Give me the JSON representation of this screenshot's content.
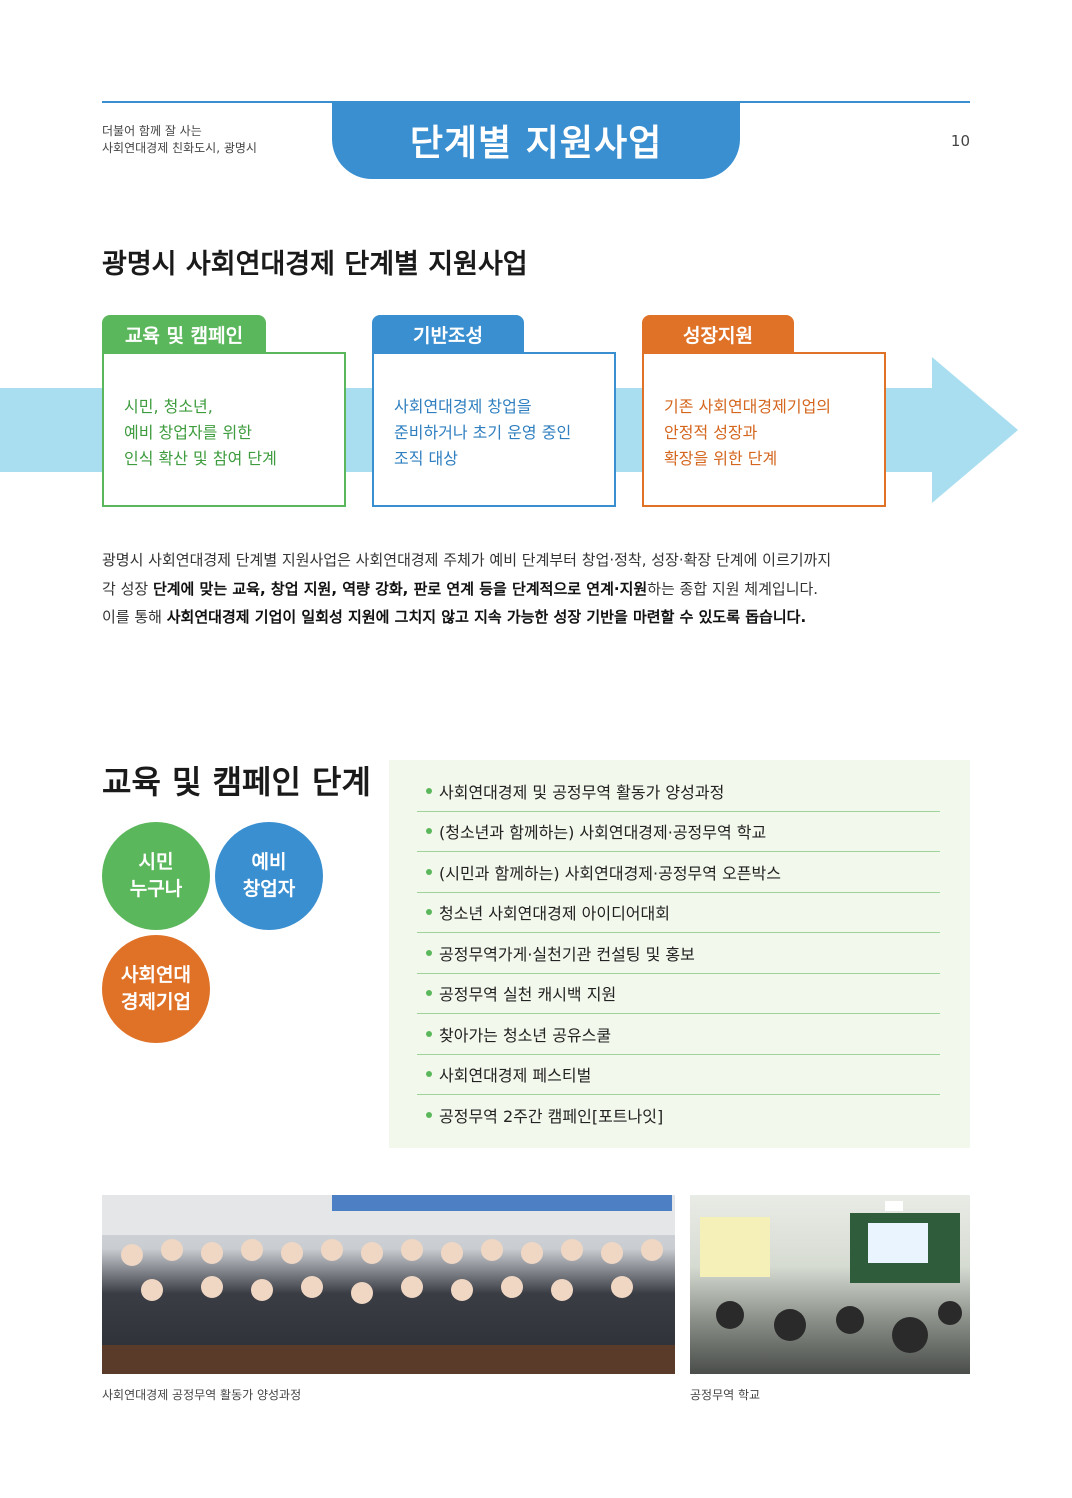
{
  "header": {
    "subtitle_line1": "더불어 함께 잘 사는",
    "subtitle_line2": "사회연대경제 친화도시, 광명시",
    "tab_title": "단계별 지원사업",
    "page_number": "10"
  },
  "section1": {
    "title": "광명시 사회연대경제 단계별 지원사업",
    "stages": [
      {
        "label": "교육 및 캠페인",
        "lines": [
          "시민, 청소년,",
          "예비 창업자를 위한",
          "인식 확산 및 참여 단계"
        ]
      },
      {
        "label": "기반조성",
        "lines": [
          "사회연대경제 창업을",
          "준비하거나 초기 운영 중인",
          "조직 대상"
        ]
      },
      {
        "label": "성장지원",
        "lines": [
          "기존 사회연대경제기업의",
          "안정적 성장과",
          "확장을 위한 단계"
        ]
      }
    ],
    "description": {
      "line1": "광명시 사회연대경제 단계별 지원사업은 사회연대경제 주체가 예비 단계부터 창업·정착, 성장·확장 단계에 이르기까지",
      "line2_pre": "각 성장 ",
      "line2_bold": "단계에 맞는 교육, 창업 지원, 역량 강화, 판로 연계 등을 단계적으로 연계·지원",
      "line2_post": "하는 종합 지원 체계입니다.",
      "line3_pre": "이를 통해 ",
      "line3_bold": "사회연대경제 기업이 일회성 지원에 그치지 않고 지속 가능한 성장 기반을 마련할 수 있도록 돕습니다."
    }
  },
  "section2": {
    "title": "교육 및 캠페인 단계",
    "targets": [
      {
        "line1": "시민",
        "line2": "누구나"
      },
      {
        "line1": "예비",
        "line2": "창업자"
      },
      {
        "line1": "사회연대",
        "line2": "경제기업"
      }
    ],
    "programs": [
      "사회연대경제 및 공정무역 활동가 양성과정",
      "(청소년과 함께하는) 사회연대경제·공정무역 학교",
      "(시민과 함께하는) 사회연대경제·공정무역 오픈박스",
      "청소년 사회연대경제 아이디어대회",
      "공정무역가게·실천기관 컨설팅 및 홍보",
      "공정무역 실천 캐시백 지원",
      "찾아가는 청소년 공유스쿨",
      "사회연대경제 페스티벌",
      "공정무역 2주간 캠페인[포트나잇]"
    ]
  },
  "photos": {
    "caption1": "사회연대경제 공정무역 활동가 양성과정",
    "caption2": "공정무역 학교"
  },
  "colors": {
    "blue": "#3a8fd0",
    "green": "#5bb75b",
    "orange": "#e07228",
    "arrow": "#a9def0",
    "panel": "#f3f8ec"
  }
}
